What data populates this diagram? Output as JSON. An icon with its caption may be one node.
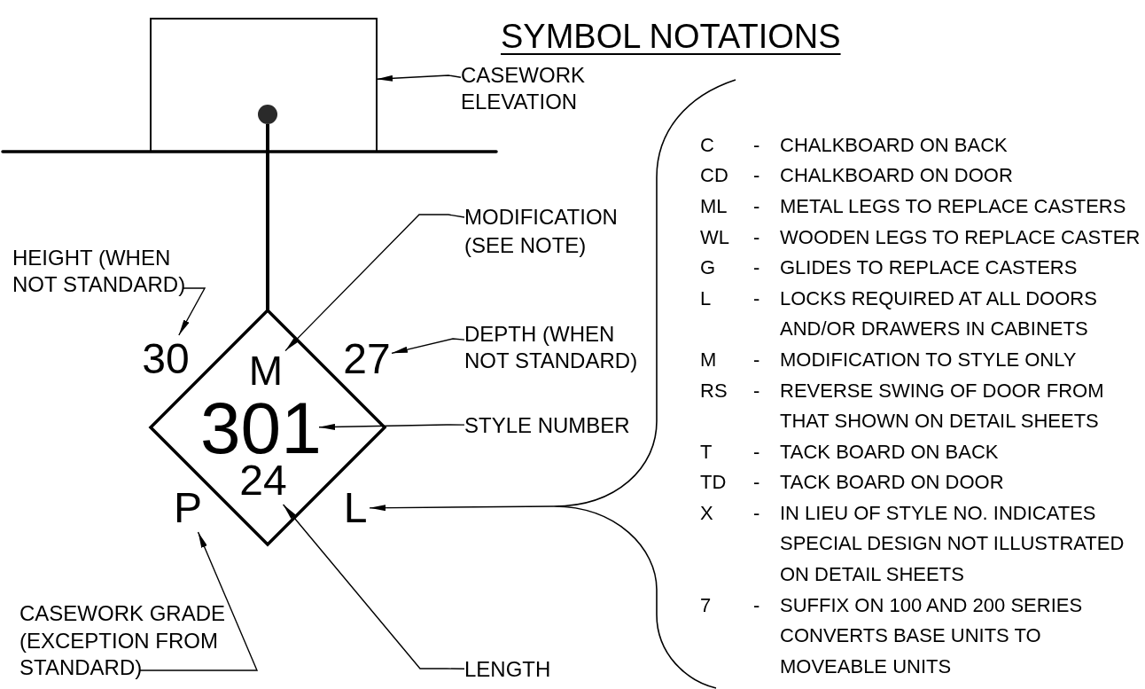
{
  "diagram": {
    "title": "SYMBOL NOTATIONS",
    "nodes": [
      {
        "text": [],
        "shape": "box"
      },
      {
        "text": [
          "CASEWORK ELEVATION"
        ]
      },
      {
        "text": [],
        "shape": "circle",
        "in": 0
      },
      {
        "text": [],
        "shape": "diamond"
      },
      {
        "text": [
          "M"
        ],
        "in": 3
      },
      {
        "text": [
          "301"
        ],
        "in": 3
      },
      {
        "text": [
          "24"
        ],
        "in": 3
      },
      {
        "text": [
          "30"
        ]
      },
      {
        "text": [
          "27"
        ]
      },
      {
        "text": [
          "P"
        ]
      },
      {
        "text": [
          "L"
        ]
      },
      {
        "text": [
          "HEIGHT (WHEN NOT STANDARD)"
        ]
      },
      {
        "text": [
          "MODIFICATION (SEE NOTE)"
        ]
      },
      {
        "text": [
          "DEPTH (WHEN NOT STANDARD)"
        ]
      },
      {
        "text": [
          "STYLE NUMBER"
        ]
      },
      {
        "text": [
          "CASEWORK GRADE (EXCEPTION FROM STANDARD)"
        ]
      },
      {
        "text": [
          "LENGTH"
        ]
      },
      {
        "text": [],
        "shape": "brace"
      }
    ],
    "edges": [
      {
        "from": 1,
        "to": 0,
        "arrow": "to"
      },
      {
        "from": 2,
        "to": 3,
        "arrow": "none",
        "style": "thick"
      },
      {
        "from": 11,
        "to": 7,
        "arrow": "to"
      },
      {
        "from": 12,
        "to": 4,
        "arrow": "to"
      },
      {
        "from": 13,
        "to": 8,
        "arrow": "to"
      },
      {
        "from": 14,
        "to": 5,
        "arrow": "to"
      },
      {
        "from": 15,
        "to": 9,
        "arrow": "to"
      },
      {
        "from": 16,
        "to": 6,
        "arrow": "to"
      },
      {
        "from": 17,
        "to": 10,
        "arrow": "to"
      }
    ],
    "labels": [
      "C",
      "-",
      "CHALKBOARD ON BACK",
      "CD",
      "-",
      "CHALKBOARD ON DOOR",
      "ML",
      "-",
      "METAL LEGS TO REPLACE CASTERS",
      "WL",
      "-",
      "WOODEN LEGS TO REPLACE CASTER",
      "G",
      "-",
      "GLIDES TO REPLACE CASTERS",
      "L",
      "-",
      "LOCKS REQUIRED AT ALL DOORS AND/OR DRAWERS IN CABINETS",
      "M",
      "-",
      "MODIFICATION TO STYLE ONLY",
      "RS",
      "-",
      "REVERSE SWING OF DOOR FROM THAT SHOWN ON DETAIL SHEETS",
      "T",
      "-",
      "TACK BOARD ON BACK",
      "TD",
      "-",
      "TACK BOARD ON DOOR",
      "X",
      "-",
      "IN LIEU OF STYLE NO. INDICATES SPECIAL DESIGN NOT ILLUSTRATED ON DETAIL SHEETS",
      "7",
      "-",
      "SUFFIX ON 100 AND 200 SERIES CONVERTS BASE UNITS TO MOVEABLE UNITS"
    ]
  }
}
